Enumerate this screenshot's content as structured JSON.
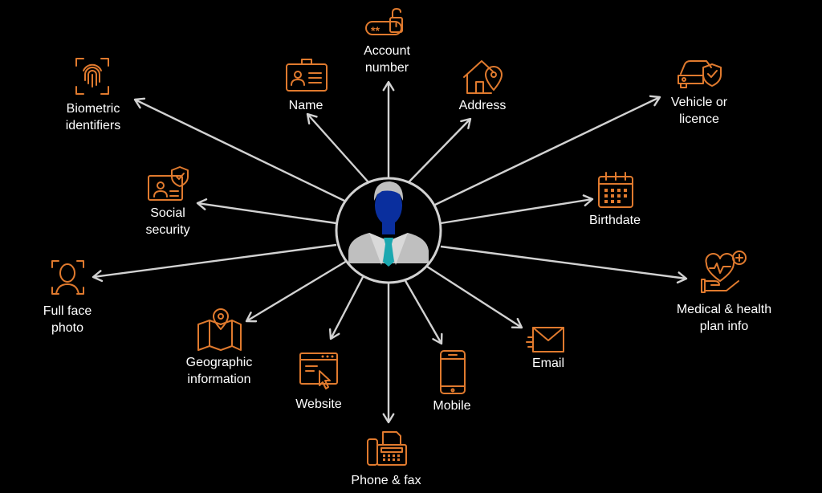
{
  "colors": {
    "background": "#000000",
    "accent": "#e07a2e",
    "arrow": "#d2d2d2",
    "text": "#ffffff",
    "center_face": "#0a2f9e",
    "center_suit": "#bfbfbf",
    "center_tie": "#1ba8b0"
  },
  "center": {
    "icon": "business-person-icon"
  },
  "nodes": {
    "account_number": {
      "icon": "password-lock-icon",
      "line1": "Account",
      "line2": "number"
    },
    "name": {
      "icon": "id-card-icon",
      "line1": "Name"
    },
    "address": {
      "icon": "home-location-icon",
      "line1": "Address"
    },
    "biometric": {
      "icon": "fingerprint-scan-icon",
      "line1": "Biometric",
      "line2": "identifiers"
    },
    "vehicle": {
      "icon": "car-shield-icon",
      "line1": "Vehicle or",
      "line2": "licence"
    },
    "social_security": {
      "icon": "id-shield-icon",
      "line1": "Social",
      "line2": "security"
    },
    "birthdate": {
      "icon": "calendar-icon",
      "line1": "Birthdate"
    },
    "full_face": {
      "icon": "face-scan-icon",
      "line1": "Full face",
      "line2": "photo"
    },
    "medical": {
      "icon": "heart-hand-icon",
      "line1": "Medical & health",
      "line2": "plan info"
    },
    "geographic": {
      "icon": "map-pin-icon",
      "line1": "Geographic",
      "line2": "information"
    },
    "website": {
      "icon": "browser-click-icon",
      "line1": "Website"
    },
    "mobile": {
      "icon": "smartphone-icon",
      "line1": "Mobile"
    },
    "email": {
      "icon": "envelope-icon",
      "line1": "Email"
    },
    "phone_fax": {
      "icon": "fax-machine-icon",
      "line1": "Phone & fax"
    }
  }
}
